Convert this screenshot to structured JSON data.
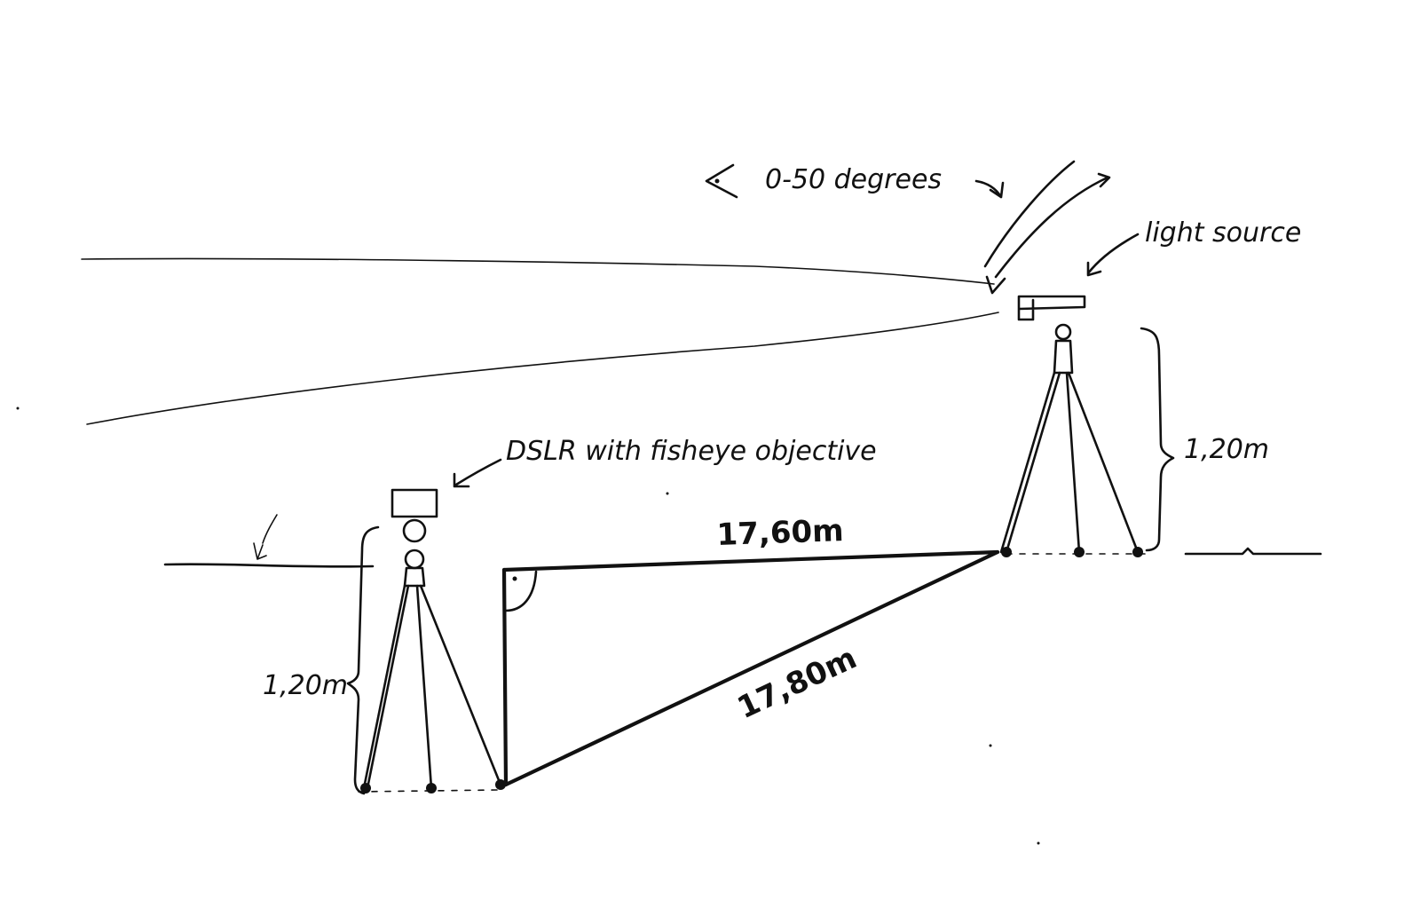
{
  "labels": {
    "angle": "0-50 degrees",
    "light_source": "light source",
    "camera": "DSLR with fisheye objective",
    "height_left": "1,20m",
    "height_right": "1,20m",
    "ground_distance": "17,60m",
    "diagonal_distance": "17,80m"
  },
  "ink_color": "#111111",
  "background_color": "#ffffff"
}
